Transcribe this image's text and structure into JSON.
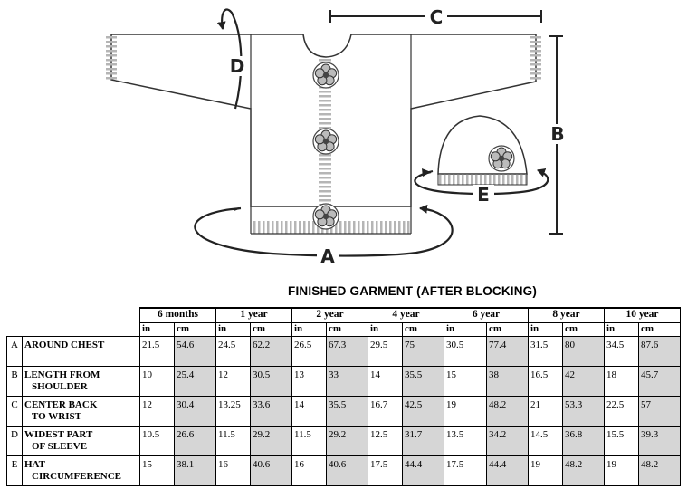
{
  "diagram": {
    "labels": {
      "a": "A",
      "b": "B",
      "c": "C",
      "d": "D",
      "e": "E"
    }
  },
  "table": {
    "title": "FINISHED GARMENT (AFTER BLOCKING)",
    "sizes": [
      "6 months",
      "1 year",
      "2 year",
      "4 year",
      "6 year",
      "8 year",
      "10 year"
    ],
    "unit_in": "in",
    "unit_cm": "cm",
    "rows": [
      {
        "letter": "A",
        "label": [
          "AROUND CHEST"
        ],
        "values": [
          [
            "21.5",
            "54.6"
          ],
          [
            "24.5",
            "62.2"
          ],
          [
            "26.5",
            "67.3"
          ],
          [
            "29.5",
            "75"
          ],
          [
            "30.5",
            "77.4"
          ],
          [
            "31.5",
            "80"
          ],
          [
            "34.5",
            "87.6"
          ]
        ]
      },
      {
        "letter": "B",
        "label": [
          "LENGTH FROM",
          "SHOULDER"
        ],
        "values": [
          [
            "10",
            "25.4"
          ],
          [
            "12",
            "30.5"
          ],
          [
            "13",
            "33"
          ],
          [
            "14",
            "35.5"
          ],
          [
            "15",
            "38"
          ],
          [
            "16.5",
            "42"
          ],
          [
            "18",
            "45.7"
          ]
        ]
      },
      {
        "letter": "C",
        "label": [
          "CENTER BACK",
          "TO WRIST"
        ],
        "values": [
          [
            "12",
            "30.4"
          ],
          [
            "13.25",
            "33.6"
          ],
          [
            "14",
            "35.5"
          ],
          [
            "16.7",
            "42.5"
          ],
          [
            "19",
            "48.2"
          ],
          [
            "21",
            "53.3"
          ],
          [
            "22.5",
            "57"
          ]
        ]
      },
      {
        "letter": "D",
        "label": [
          "WIDEST PART",
          "OF SLEEVE"
        ],
        "values": [
          [
            "10.5",
            "26.6"
          ],
          [
            "11.5",
            "29.2"
          ],
          [
            "11.5",
            "29.2"
          ],
          [
            "12.5",
            "31.7"
          ],
          [
            "13.5",
            "34.2"
          ],
          [
            "14.5",
            "36.8"
          ],
          [
            "15.5",
            "39.3"
          ]
        ]
      },
      {
        "letter": "E",
        "label": [
          "HAT",
          "CIRCUMFERENCE"
        ],
        "values": [
          [
            "15",
            "38.1"
          ],
          [
            "16",
            "40.6"
          ],
          [
            "16",
            "40.6"
          ],
          [
            "17.5",
            "44.4"
          ],
          [
            "17.5",
            "44.4"
          ],
          [
            "19",
            "48.2"
          ],
          [
            "19",
            "48.2"
          ]
        ]
      }
    ]
  }
}
